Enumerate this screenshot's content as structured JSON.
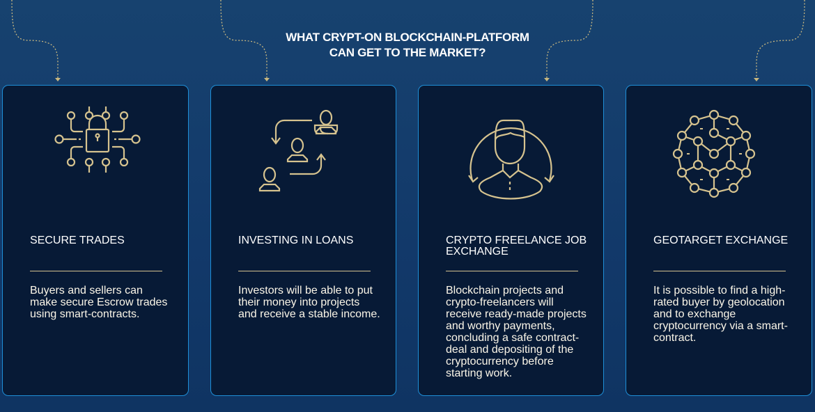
{
  "heading": {
    "line1": "WHAT CRYPT-ON BLOCKCHAIN-PLATFORM",
    "line2": "CAN GET TO THE MARKET?"
  },
  "colors": {
    "accent_gold": "#d6c38f",
    "card_border": "#1e8fd8",
    "card_bg": "#071a36"
  },
  "cards": [
    {
      "icon": "padlock-circuit-icon",
      "title": "SECURE TRADES",
      "body": "Buyers and sellers can make secure Escrow trades using smart-contracts."
    },
    {
      "icon": "users-exchange-icon",
      "title": "INVESTING IN LOANS",
      "body": "Investors will be able to put their money into projects and receive a stable income."
    },
    {
      "icon": "freelancer-person-icon",
      "title": "CRYPTO FREELANCE JOB EXCHANGE",
      "body": "Blockchain projects and crypto-freelancers will receive ready-made projects and worthy payments, concluding a safe contract-deal and depositing of the cryptocurrency before starting work."
    },
    {
      "icon": "network-globe-icon",
      "title": "GEOTARGET EXCHANGE",
      "body": "It is possible to find a high-rated buyer by geolocation and to exchange cryptocurrency via a smart-contract."
    }
  ]
}
